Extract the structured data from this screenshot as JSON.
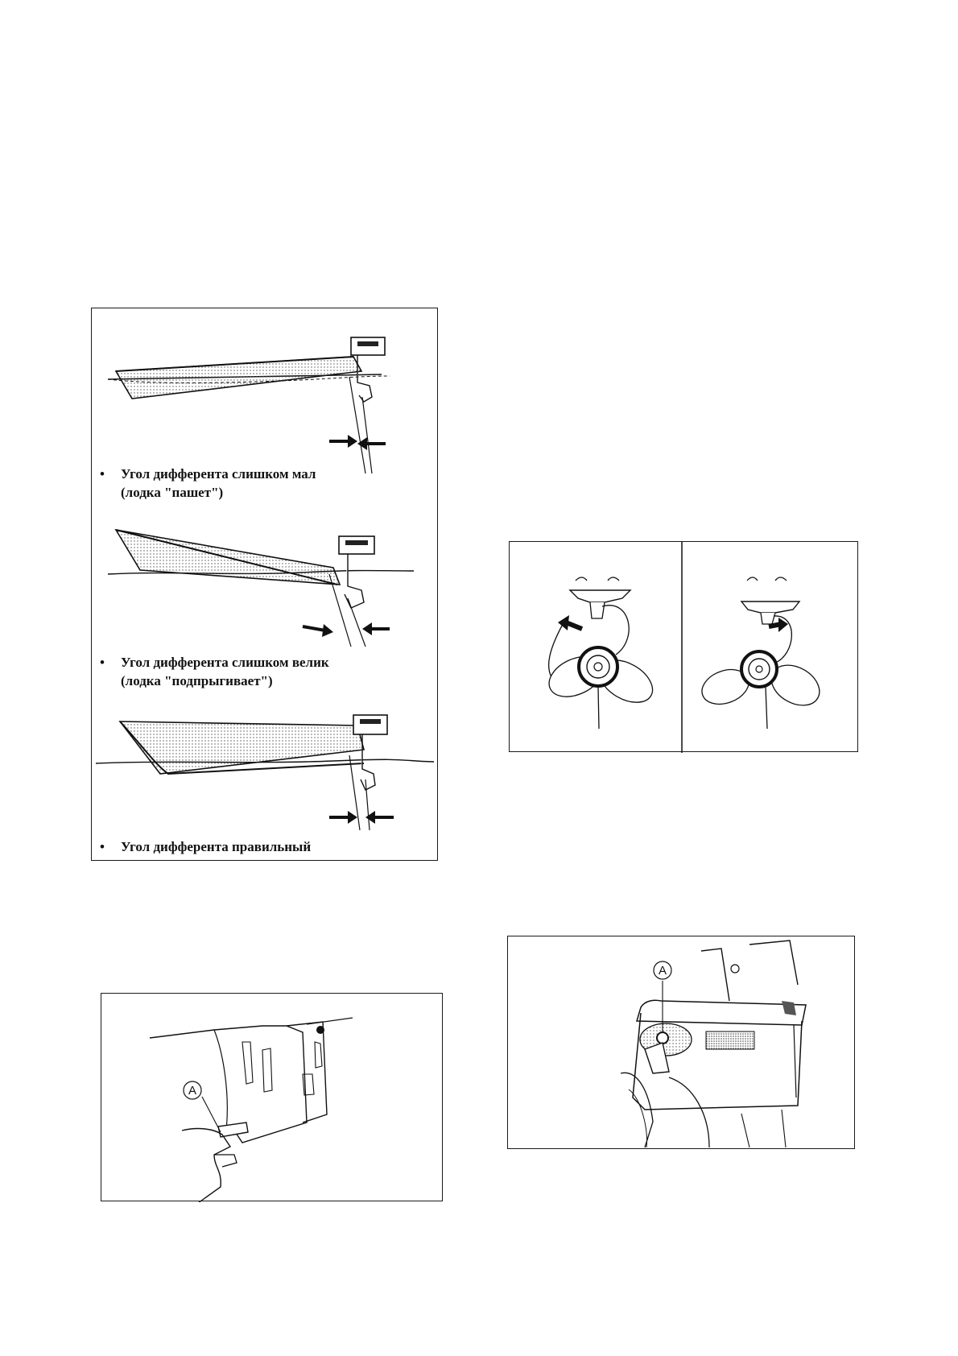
{
  "trim_panel": {
    "captions": [
      {
        "line1": "Угол дифферента слишком мал",
        "line2": "(лодка \"пашет\")"
      },
      {
        "line1": "Угол дифферента слишком велик",
        "line2": "(лодка \"подпрыгивает\")"
      },
      {
        "line1": "Угол дифферента правильный",
        "line2": ""
      }
    ],
    "bullet": "•"
  },
  "callouts": {
    "clamp_label": "A",
    "plug_label": "A"
  }
}
